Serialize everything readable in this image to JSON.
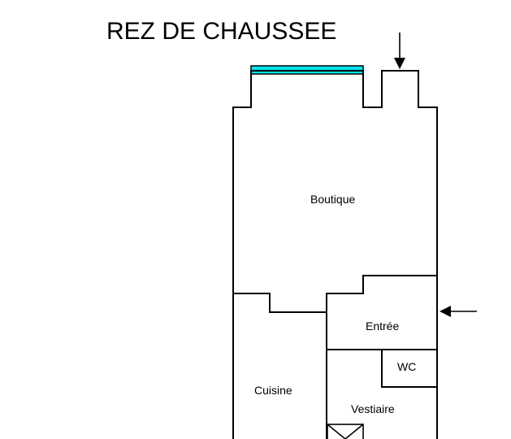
{
  "title": "REZ DE CHAUSSEE",
  "rooms": {
    "boutique": "Boutique",
    "entree": "Entrée",
    "wc": "WC",
    "cuisine": "Cuisine",
    "vestiaire": "Vestiaire"
  },
  "colors": {
    "window": "#00E5EE",
    "wall": "#000000",
    "background": "#ffffff"
  }
}
